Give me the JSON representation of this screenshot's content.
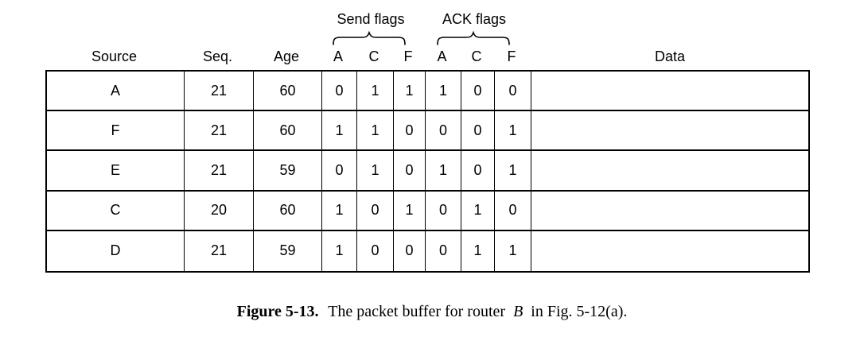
{
  "figure": {
    "groups": {
      "send_label": "Send flags",
      "ack_label": "ACK flags"
    },
    "columns": {
      "source": "Source",
      "seq": "Seq.",
      "age": "Age",
      "send": [
        "A",
        "C",
        "F"
      ],
      "ack": [
        "A",
        "C",
        "F"
      ],
      "data": "Data"
    },
    "rows": [
      {
        "source": "A",
        "seq": "21",
        "age": "60",
        "send": [
          "0",
          "1",
          "1"
        ],
        "ack": [
          "1",
          "0",
          "0"
        ],
        "data": ""
      },
      {
        "source": "F",
        "seq": "21",
        "age": "60",
        "send": [
          "1",
          "1",
          "0"
        ],
        "ack": [
          "0",
          "0",
          "1"
        ],
        "data": ""
      },
      {
        "source": "E",
        "seq": "21",
        "age": "59",
        "send": [
          "0",
          "1",
          "0"
        ],
        "ack": [
          "1",
          "0",
          "1"
        ],
        "data": ""
      },
      {
        "source": "C",
        "seq": "20",
        "age": "60",
        "send": [
          "1",
          "0",
          "1"
        ],
        "ack": [
          "0",
          "1",
          "0"
        ],
        "data": ""
      },
      {
        "source": "D",
        "seq": "21",
        "age": "59",
        "send": [
          "1",
          "0",
          "0"
        ],
        "ack": [
          "0",
          "1",
          "1"
        ],
        "data": ""
      }
    ],
    "caption": {
      "label": "Figure 5-13.",
      "pre": "The packet buffer for router",
      "router": "B",
      "post": "in Fig. 5-12(a)."
    },
    "colors": {
      "ink": "#000000",
      "background": "#ffffff"
    }
  }
}
